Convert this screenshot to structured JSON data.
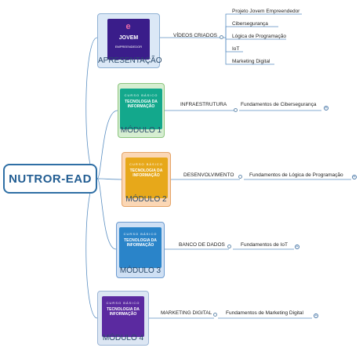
{
  "root": {
    "label": "NUTROR-EAD"
  },
  "nodes": [
    {
      "caption": "APRESENTAÇÃO",
      "branch": "VÍDEOS CRIADOS",
      "thumb": {
        "top": "",
        "title": "JOVEM",
        "sub": "EMPREENDEDOR"
      },
      "children": [
        "Projeto Jovem Empreendedor",
        "Cibersegurança",
        "Lógica de Programação",
        "IoT",
        "Marketing Digital"
      ]
    },
    {
      "caption": "MÓDULO 1",
      "branch": "INFRAESTRUTURA",
      "thumb": {
        "top": "CURSO BÁSICO",
        "title": "TECNOLOGIA DA INFORMAÇÃO",
        "sub": ""
      },
      "children": [
        "Fundamentos de Cibersegurança"
      ]
    },
    {
      "caption": "MÓDULO 2",
      "branch": "DESENVOLVIMENTO",
      "thumb": {
        "top": "CURSO BÁSICO",
        "title": "TECNOLOGIA DA INFORMAÇÃO",
        "sub": ""
      },
      "children": [
        "Fundamentos de Lógica de Programação"
      ]
    },
    {
      "caption": "MÓDULO 3",
      "branch": "BANCO DE DADOS",
      "thumb": {
        "top": "CURSO BÁSICO",
        "title": "TECNOLOGIA DA INFORMAÇÃO",
        "sub": ""
      },
      "children": [
        "Fundamentos de IoT"
      ]
    },
    {
      "caption": "MÓDULO 4",
      "branch": "MARKETING DIGITAL",
      "thumb": {
        "top": "CURSO BÁSICO",
        "title": "TECNOLOGIA DA INFORMAÇÃO",
        "sub": ""
      },
      "children": [
        "Fundamentos de Marketing Digital"
      ]
    }
  ],
  "colors": {
    "line": "#5b8fc2",
    "node0_bg": "#dbe8f6",
    "node0_border": "#8fb1d4",
    "thumb0": "#3a1d8a",
    "node1_bg": "#d6eed1",
    "node1_border": "#8cc57e",
    "thumb1": "#13a88c",
    "node2_bg": "#fbd7b5",
    "node2_border": "#e5a468",
    "thumb2": "#e7a81a",
    "node3_bg": "#cfe0f4",
    "node3_border": "#6c9bd0",
    "thumb3": "#2a84c9",
    "node4_bg": "#dce6f3",
    "node4_border": "#9db6d6",
    "thumb4": "#5b2aa0"
  }
}
